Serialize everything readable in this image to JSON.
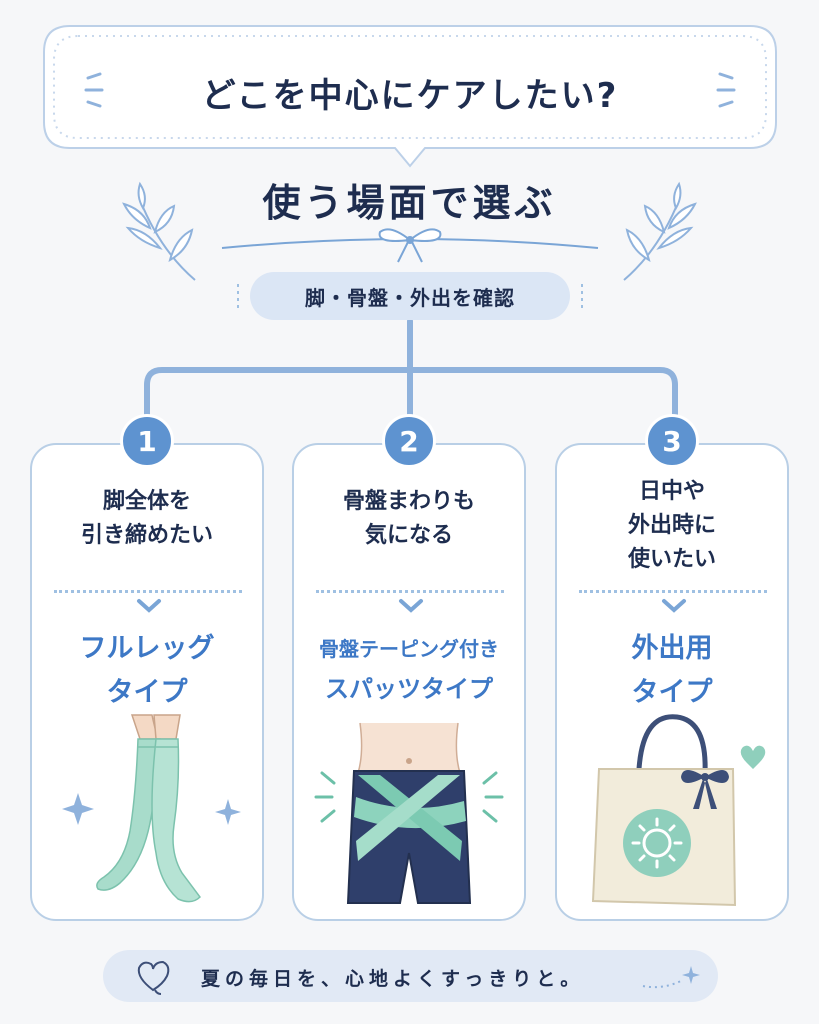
{
  "header": {
    "question": "どこを中心にケアしたい?",
    "subtitle": "使う場面で選ぶ",
    "check_pill": "脚・骨盤・外出を確認"
  },
  "cards": [
    {
      "number": "1",
      "question_line1": "脚全体を",
      "question_line2": "引き締めたい",
      "answer_line1": "フルレッグ",
      "answer_line2": "タイプ",
      "illustration": "legs-in-thigh-high-socks"
    },
    {
      "number": "2",
      "question_line1": "骨盤まわりも",
      "question_line2": "気になる",
      "answer_line1": "骨盤テーピング付き",
      "answer_line2": "スパッツタイプ",
      "illustration": "taping-shorts"
    },
    {
      "number": "3",
      "question_line1": "日中や",
      "question_line2": "外出時に",
      "question_line3": "使いたい",
      "answer_line1": "外出用",
      "answer_line2": "タイプ",
      "illustration": "tote-bag"
    }
  ],
  "footer": {
    "message": "夏の毎日を、心地よくすっきりと。"
  },
  "colors": {
    "navy": "#1e2d4f",
    "accent_blue": "#3d78c6",
    "badge_blue": "#5e93d0",
    "line_blue": "#b9cfe6",
    "mint": "#a8dccb",
    "mint_dark": "#6cc0a8",
    "shorts_navy": "#2f3f6b"
  }
}
